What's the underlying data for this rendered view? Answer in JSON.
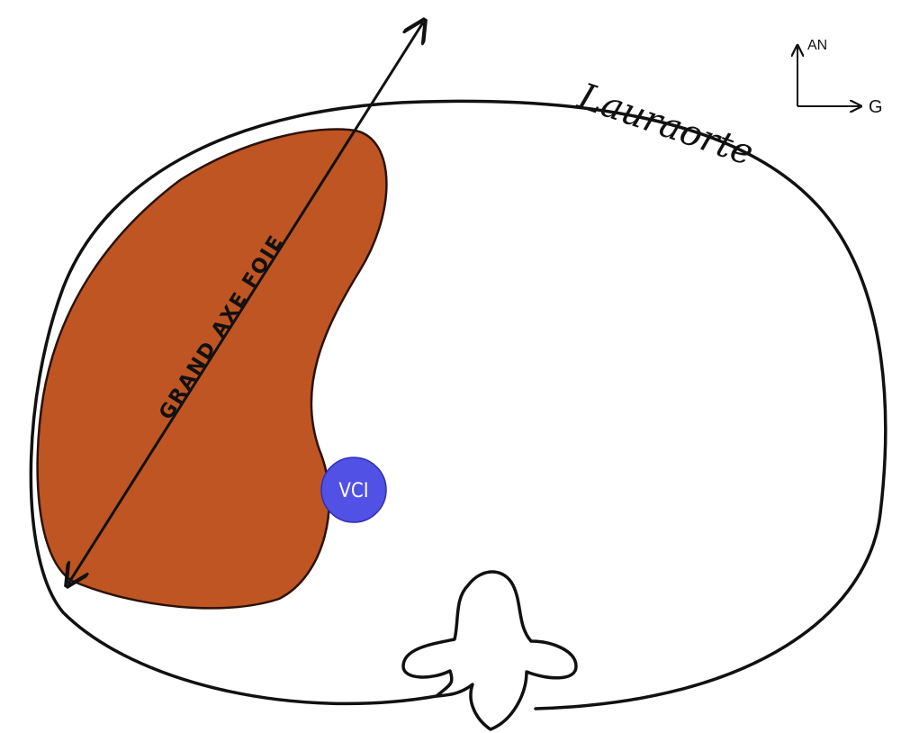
{
  "labels": {
    "liver_axis": "GRAND AXE FOIE",
    "vci": "VCI",
    "signature": "Lauraorte",
    "axis_anterior": "AN",
    "axis_left": "G"
  },
  "colors": {
    "liver": "#bf5522",
    "vci": "#5151e6",
    "stroke": "#111111",
    "background": "#ffffff"
  }
}
